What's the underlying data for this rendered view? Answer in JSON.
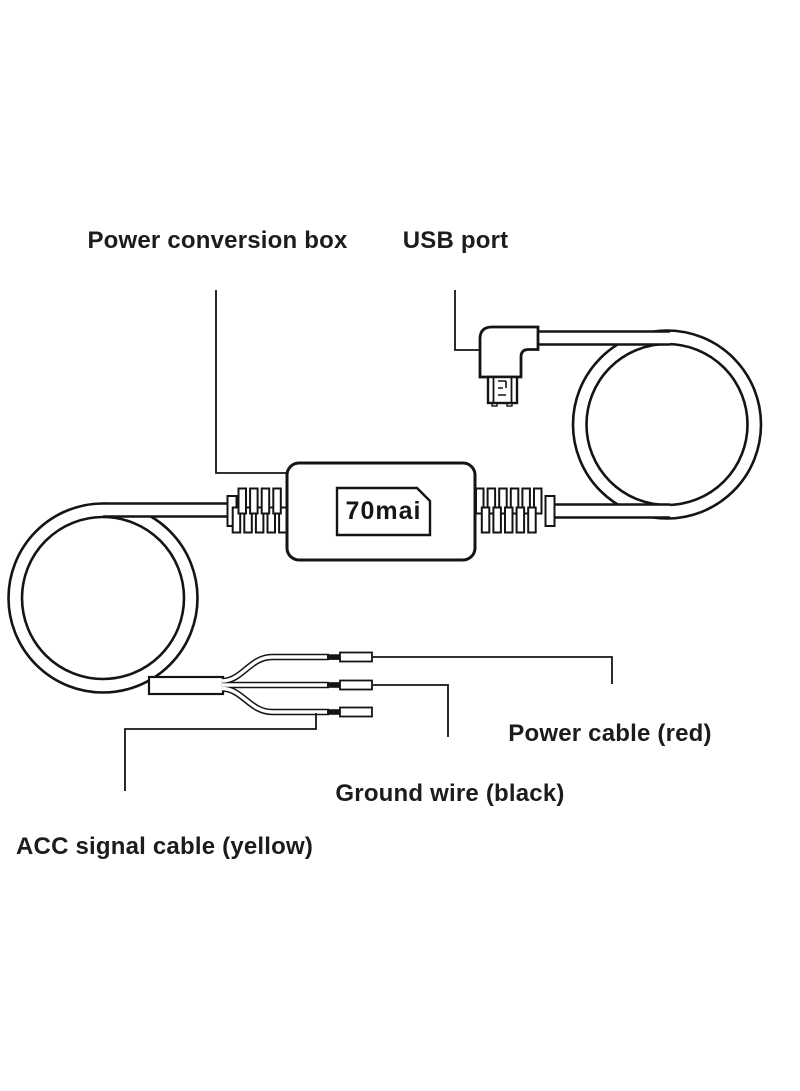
{
  "page": {
    "background_color": "#ffffff"
  },
  "diagram": {
    "type": "product-wiring-diagram",
    "device": {
      "brand_logo": "70mai"
    },
    "labels": {
      "power_conversion_box": "Power conversion box",
      "usb_port": "USB port",
      "power_cable": "Power cable (red)",
      "ground_wire": "Ground wire (black)",
      "acc_signal_cable": "ACC signal cable (yellow)"
    },
    "colors": {
      "line": "#141414",
      "text": "#1c1c1c",
      "background": "#ffffff"
    }
  }
}
